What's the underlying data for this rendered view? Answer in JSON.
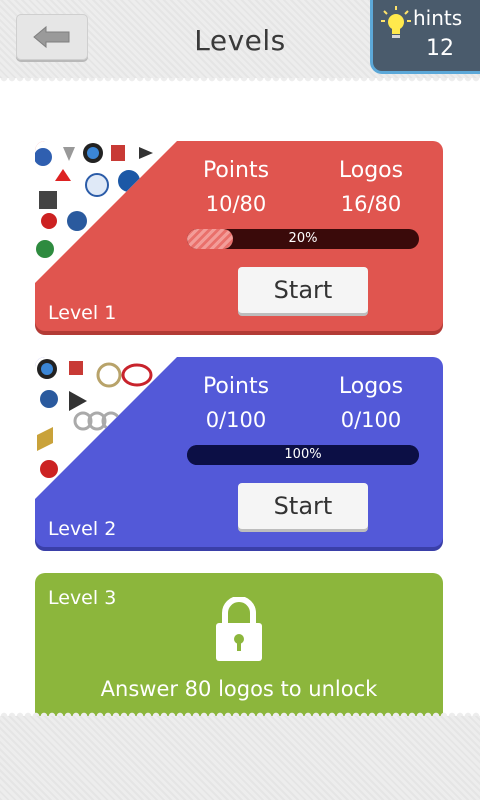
{
  "header": {
    "title": "Levels",
    "back_icon": "back-arrow-icon",
    "hints_label": "hints",
    "hints_count": "12",
    "hints_icon": "lightbulb-icon"
  },
  "levels": [
    {
      "label": "Level 1",
      "points_label": "Points",
      "points_value": "10/80",
      "logos_label": "Logos",
      "logos_value": "16/80",
      "progress_text": "20%",
      "progress": 0.2,
      "start_label": "Start",
      "color": "#e0554f",
      "progress_color": "#f08e8a"
    },
    {
      "label": "Level 2",
      "points_label": "Points",
      "points_value": "0/100",
      "logos_label": "Logos",
      "logos_value": "0/100",
      "progress_text": "100%",
      "progress": 1.0,
      "start_label": "Start",
      "color": "#5359d8",
      "progress_color": "#0c0f45"
    },
    {
      "label": "Level 3",
      "locked": true,
      "lock_icon": "padlock-icon",
      "unlock_text": "Answer 80 logos to unlock",
      "color": "#8cb63c"
    }
  ]
}
